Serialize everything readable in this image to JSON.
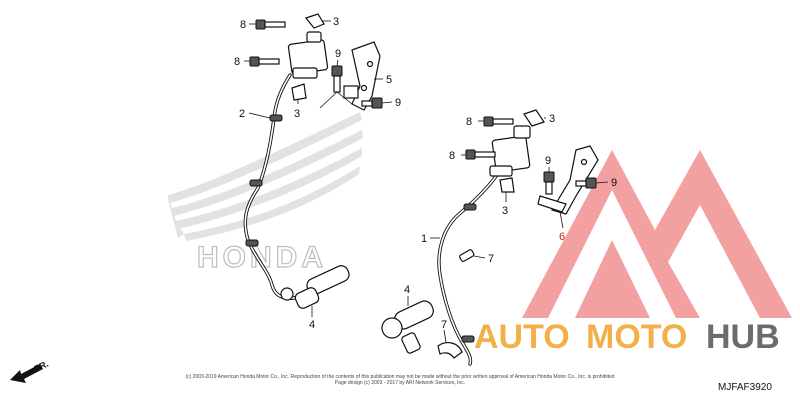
{
  "callouts": {
    "c8a": "8",
    "c3a": "3",
    "c9a": "9",
    "c8b": "8",
    "c5": "5",
    "c3b": "3",
    "c2": "2",
    "c9b": "9",
    "c8c": "8",
    "c3c": "3",
    "c8d": "8",
    "c9c": "9",
    "c9d": "9",
    "c3d": "3",
    "c6": "6",
    "c1": "1",
    "c7a": "7",
    "c4a": "4",
    "c4b": "4",
    "c7b": "7"
  },
  "watermark": {
    "logo_text": "HONDA",
    "brand_auto": "AUTO",
    "brand_moto": "MOTO",
    "brand_hub": "HUB"
  },
  "copyright": {
    "line1": "(c) 2003-2019 American Honda Motor Co., Inc. Reproduction of the contents of this publication may not be made without the prior written approval of American Honda Motor Co., Inc. is prohibited",
    "line2": "Page design (c) 2003 - 2017 by ARI Network Services, Inc."
  },
  "diagram_code": "MJFAF3920",
  "direction_label": "FR.",
  "colors": {
    "honda_watermark": "#e2e2e2",
    "triangle": "#f2a0a0",
    "auto_moto": "#f3b04a",
    "hub": "#6c6c6c",
    "red_callout": "#cc2222"
  }
}
